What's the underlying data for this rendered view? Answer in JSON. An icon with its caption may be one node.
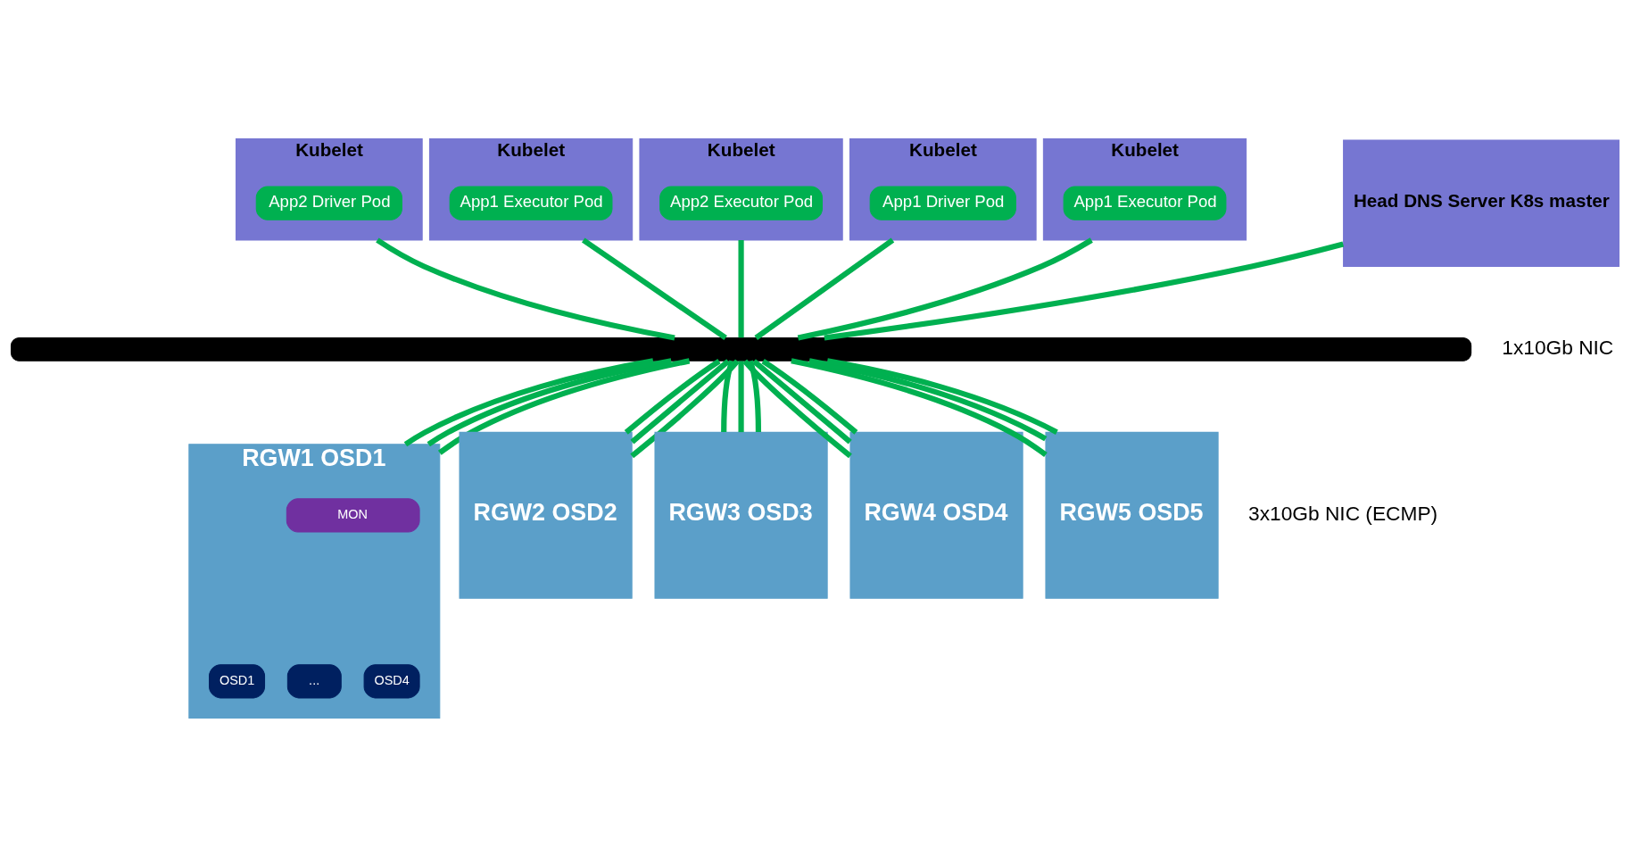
{
  "diagram": {
    "nodes": [
      {
        "text": [
          "Head DNS Server K8s master"
        ]
      },
      {
        "text": [
          "Kubelet"
        ]
      },
      {
        "text": [
          "App2 Driver Pod"
        ],
        "in": 1
      },
      {
        "text": [
          "Kubelet"
        ]
      },
      {
        "text": [
          "App1 Executor Pod"
        ],
        "in": 3
      },
      {
        "text": [
          "Kubelet"
        ]
      },
      {
        "text": [
          "App2 Executor Pod"
        ],
        "in": 5
      },
      {
        "text": [
          "Kubelet"
        ]
      },
      {
        "text": [
          "App1 Driver Pod"
        ],
        "in": 7
      },
      {
        "text": [
          "Kubelet"
        ]
      },
      {
        "text": [
          "App1 Executor Pod"
        ],
        "in": 9
      },
      {
        "text": [],
        "shape": "bar"
      },
      {
        "text": [
          "RGW1 OSD1"
        ]
      },
      {
        "text": [
          "MON"
        ],
        "in": 12
      },
      {
        "text": [
          "OSD1"
        ],
        "in": 12
      },
      {
        "text": [
          "..."
        ],
        "in": 12
      },
      {
        "text": [
          "OSD4"
        ],
        "in": 12
      },
      {
        "text": [
          "RGW2 OSD2"
        ]
      },
      {
        "text": [
          "RGW3 OSD3"
        ]
      },
      {
        "text": [
          "RGW4 OSD4"
        ]
      },
      {
        "text": [
          "RGW5 OSD5"
        ]
      }
    ],
    "edges": [
      {
        "from": 0,
        "to": 11,
        "arrow": "none"
      },
      {
        "from": 1,
        "to": 11,
        "arrow": "none"
      },
      {
        "from": 3,
        "to": 11,
        "arrow": "none"
      },
      {
        "from": 5,
        "to": 11,
        "arrow": "none"
      },
      {
        "from": 7,
        "to": 11,
        "arrow": "none"
      },
      {
        "from": 9,
        "to": 11,
        "arrow": "none"
      },
      {
        "from": 11,
        "to": 12,
        "arrow": "none"
      },
      {
        "from": 11,
        "to": 12,
        "arrow": "none"
      },
      {
        "from": 11,
        "to": 12,
        "arrow": "none"
      },
      {
        "from": 11,
        "to": 17,
        "arrow": "none"
      },
      {
        "from": 11,
        "to": 17,
        "arrow": "none"
      },
      {
        "from": 11,
        "to": 17,
        "arrow": "none"
      },
      {
        "from": 11,
        "to": 18,
        "arrow": "none"
      },
      {
        "from": 11,
        "to": 18,
        "arrow": "none"
      },
      {
        "from": 11,
        "to": 18,
        "arrow": "none"
      },
      {
        "from": 11,
        "to": 19,
        "arrow": "none"
      },
      {
        "from": 11,
        "to": 19,
        "arrow": "none"
      },
      {
        "from": 11,
        "to": 19,
        "arrow": "none"
      },
      {
        "from": 11,
        "to": 20,
        "arrow": "none"
      },
      {
        "from": 11,
        "to": 20,
        "arrow": "none"
      },
      {
        "from": 11,
        "to": 20,
        "arrow": "none"
      }
    ],
    "labels": [
      "1x10Gb NIC",
      "3x10Gb NIC (ECMP)"
    ]
  }
}
